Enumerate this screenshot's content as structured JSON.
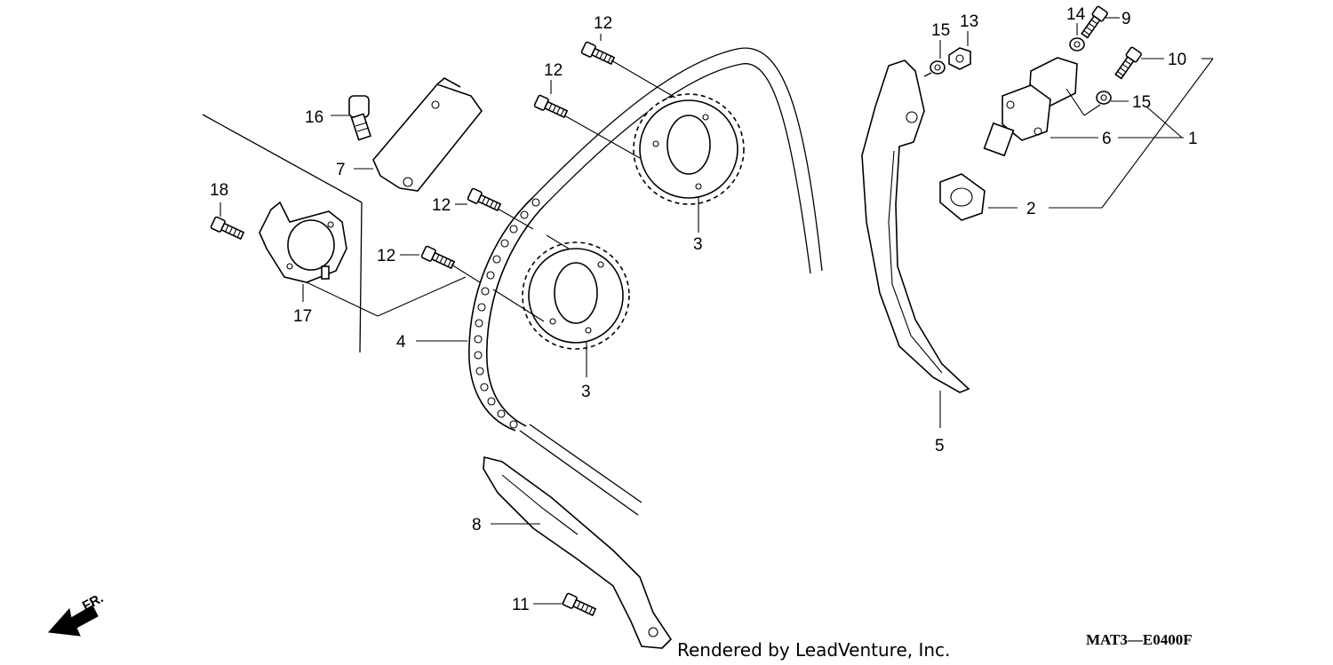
{
  "callouts": {
    "c12a": "12",
    "c12b": "12",
    "c12c": "12",
    "c12d": "12",
    "c15a": "15",
    "c13": "13",
    "c14": "14",
    "c9": "9",
    "c10": "10",
    "c15b": "15",
    "c6": "6",
    "c1": "1",
    "c2": "2",
    "c16": "16",
    "c7": "7",
    "c18": "18",
    "c17": "17",
    "c3a": "3",
    "c3b": "3",
    "c4": "4",
    "c5": "5",
    "c8": "8",
    "c11": "11"
  },
  "direction_label": "FR.",
  "credit": "Rendered by LeadVenture, Inc.",
  "diagram_code": "MAT3—E0400F"
}
